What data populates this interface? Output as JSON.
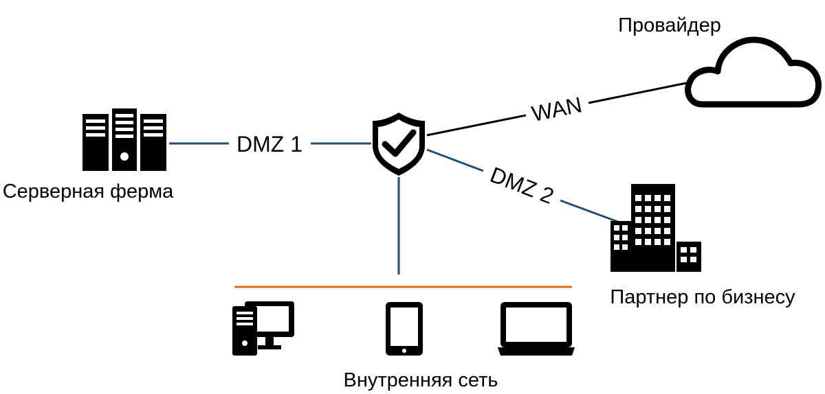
{
  "nodes": {
    "server_farm": {
      "label": "Серверная ферма"
    },
    "firewall": {
      "label": ""
    },
    "provider": {
      "label": "Провайдер"
    },
    "partner": {
      "label": "Партнер по бизнесу"
    },
    "internal": {
      "label": "Внутренняя сеть"
    }
  },
  "links": {
    "dmz1": {
      "label": "DMZ 1",
      "color": "#1f4e79"
    },
    "wan": {
      "label": "WAN",
      "color": "#000000"
    },
    "dmz2": {
      "label": "DMZ 2",
      "color": "#1f4e79"
    },
    "internal_link": {
      "label": "",
      "color": "#1f4e79"
    }
  },
  "internal_devices": [
    {
      "icon": "desktop-computer-icon"
    },
    {
      "icon": "tablet-icon"
    },
    {
      "icon": "laptop-icon"
    }
  ],
  "colors": {
    "internal_bus": "#e36c09",
    "icon": "#000000",
    "background": "#ffffff"
  }
}
